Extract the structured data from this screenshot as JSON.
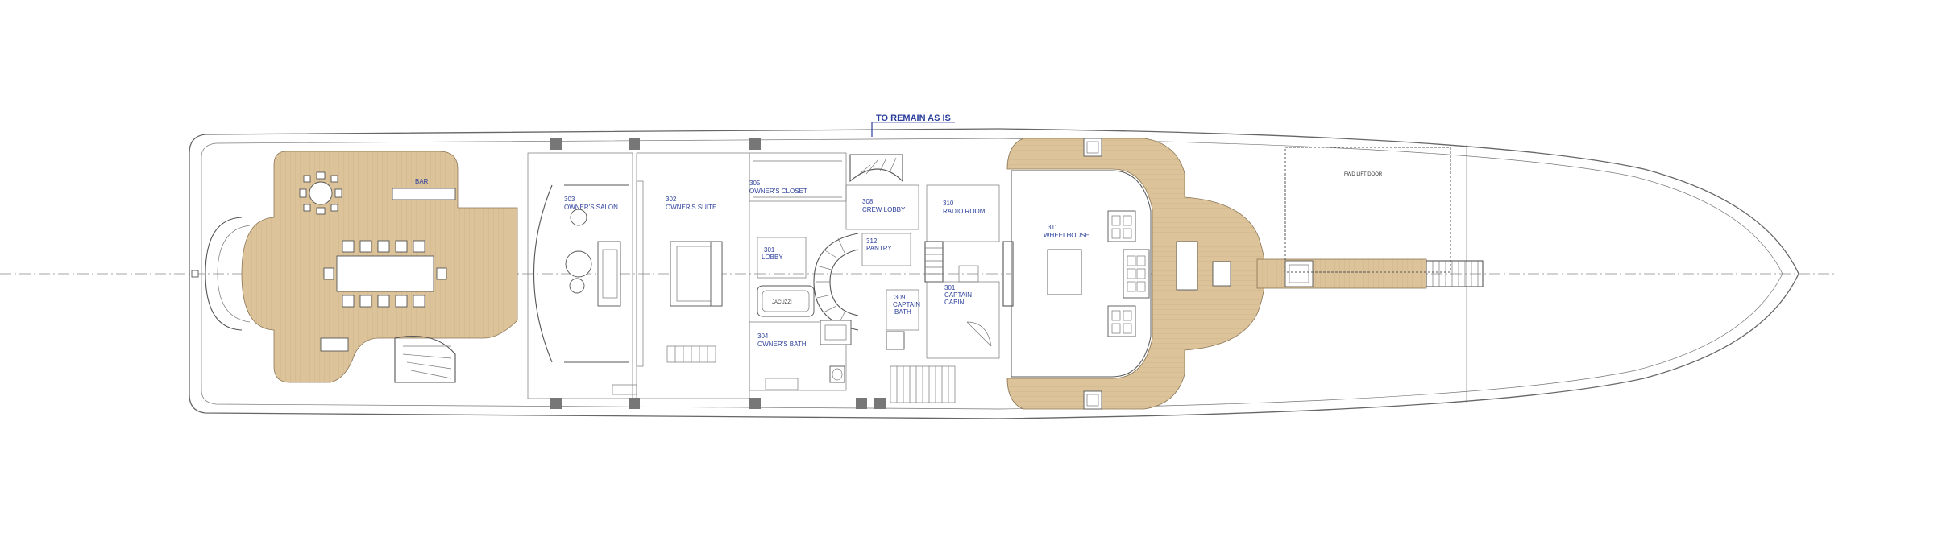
{
  "colors": {
    "teak": "#dcc39a",
    "label_blue": "#2b3f9b",
    "lines": "#555555"
  },
  "annotation": {
    "remain": "TO REMAIN AS IS"
  },
  "labels": {
    "bar": "BAR",
    "salon": {
      "number": "303",
      "name": "OWNER'S SALON"
    },
    "suite": {
      "number": "302",
      "name": "OWNER'S SUITE"
    },
    "closet": {
      "number": "305",
      "name": "OWNER'S CLOSET"
    },
    "crew_lobby": {
      "number": "308",
      "name": "CREW LOBBY"
    },
    "radio": {
      "number": "310",
      "name": "RADIO ROOM"
    },
    "lobby": {
      "number": "301",
      "name": "LOBBY"
    },
    "pantry": {
      "number": "312",
      "name": "PANTRY"
    },
    "bath": {
      "number": "304",
      "name": "OWNER'S BATH"
    },
    "captain_bath_num": "309",
    "captain_bath_l1": "CAPTAIN",
    "captain_bath_l2": "BATH",
    "captain_cabin_num": "301",
    "captain_cabin_l1": "CAPTAIN",
    "captain_cabin_l2": "CABIN",
    "wheelhouse": {
      "number": "311",
      "name": "WHEELHOUSE"
    },
    "jacuzzi": "JACUZZI",
    "fwd_door": "FWD LIFT DOOR"
  }
}
